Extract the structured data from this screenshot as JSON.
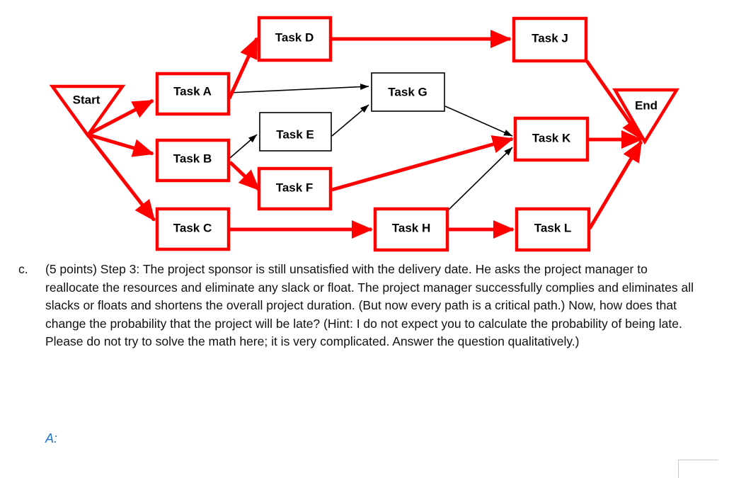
{
  "diagram": {
    "colors": {
      "critical": "#FF0000",
      "normal": "#000000",
      "answer_blue": "#1A76C8",
      "corner_gray": "#C9C9C9"
    },
    "terminators": [
      {
        "id": "start",
        "label": "Start",
        "shape": "triangle-down",
        "critical": true
      },
      {
        "id": "end",
        "label": "End",
        "shape": "triangle-down",
        "critical": true
      }
    ],
    "nodes": [
      {
        "id": "A",
        "label": "Task A",
        "critical": true
      },
      {
        "id": "B",
        "label": "Task B",
        "critical": true
      },
      {
        "id": "C",
        "label": "Task C",
        "critical": true
      },
      {
        "id": "D",
        "label": "Task D",
        "critical": true
      },
      {
        "id": "E",
        "label": "Task E",
        "critical": false
      },
      {
        "id": "F",
        "label": "Task F",
        "critical": true
      },
      {
        "id": "G",
        "label": "Task G",
        "critical": false
      },
      {
        "id": "H",
        "label": "Task H",
        "critical": true
      },
      {
        "id": "J",
        "label": "Task J",
        "critical": true
      },
      {
        "id": "K",
        "label": "Task K",
        "critical": true
      },
      {
        "id": "L",
        "label": "Task L",
        "critical": true
      }
    ],
    "edges": [
      {
        "from": "start",
        "to": "A",
        "critical": true
      },
      {
        "from": "start",
        "to": "B",
        "critical": true
      },
      {
        "from": "start",
        "to": "C",
        "critical": true
      },
      {
        "from": "A",
        "to": "D",
        "critical": true
      },
      {
        "from": "A",
        "to": "G",
        "critical": false
      },
      {
        "from": "B",
        "to": "E",
        "critical": false
      },
      {
        "from": "B",
        "to": "F",
        "critical": true
      },
      {
        "from": "C",
        "to": "H",
        "critical": true
      },
      {
        "from": "D",
        "to": "J",
        "critical": true
      },
      {
        "from": "E",
        "to": "G",
        "critical": false
      },
      {
        "from": "F",
        "to": "K",
        "critical": true
      },
      {
        "from": "G",
        "to": "K",
        "critical": false
      },
      {
        "from": "H",
        "to": "K",
        "critical": false
      },
      {
        "from": "H",
        "to": "L",
        "critical": true
      },
      {
        "from": "J",
        "to": "end",
        "critical": true
      },
      {
        "from": "K",
        "to": "end",
        "critical": true
      },
      {
        "from": "L",
        "to": "end",
        "critical": true
      }
    ]
  },
  "question": {
    "marker": "c.",
    "text": "(5 points) Step 3: The project sponsor is still unsatisfied with the delivery date.  He asks the project manager to reallocate the resources and eliminate any slack or float.  The project manager successfully complies and eliminates all slacks or floats and shortens the overall project duration.  (But now every path is a critical path.)  Now, how does that change the probability that the project will be late?  (Hint: I do not expect you to calculate the probability of being late.  Please do not try to solve the math here; it is very complicated.  Answer the question qualitatively.)"
  },
  "answer": {
    "label": "A:"
  }
}
